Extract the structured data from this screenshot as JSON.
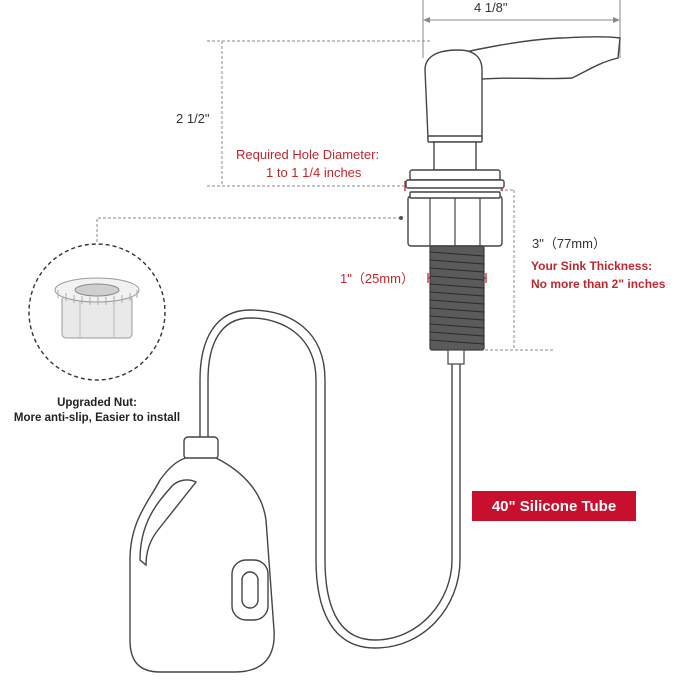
{
  "dimensions": {
    "width_label": "4 1/8\"",
    "height_label": "2 1/2\"",
    "shank_length_label": "3\"（77mm）",
    "shank_diameter_label": "1\"（25mm）"
  },
  "hole": {
    "title": "Required Hole Diameter:",
    "value": "1 to 1 1/4 inches"
  },
  "sink": {
    "title": "Your Sink Thickness:",
    "value": "No more than 2\" inches"
  },
  "nut": {
    "title": "Upgraded Nut:",
    "description": "More anti-slip, Easier to install"
  },
  "tube": {
    "label": "40\" Silicone Tube"
  },
  "colors": {
    "accent_red": "#c0272d",
    "dimension_gray": "#8a8a8a",
    "badge_red": "#c8102e"
  }
}
